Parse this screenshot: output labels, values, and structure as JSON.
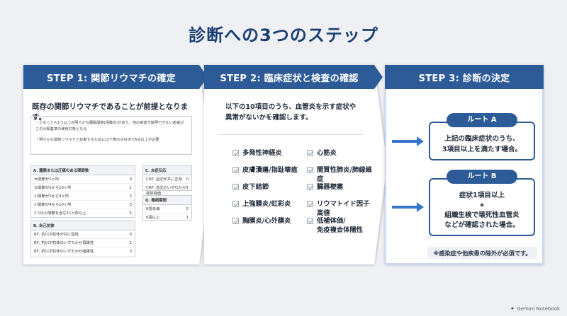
{
  "title": "診断への3つのステップ",
  "step1": {
    "header": "STEP 1: 関節リウマチの確定",
    "lead": "既存の関節リウマチであることが前提となります。",
    "notes": [
      "・少なくとも1つ以上の明らかな腫脹関節(滑膜炎)があり、他の疾患で説明できない患者が",
      "この分類基準の使用対象となる",
      "・明らかな関節リウマチと診断するためには下表の合計点で6点以上が必要"
    ],
    "table_a": {
      "title": "A. 腫脹または圧痛のある関節数",
      "rows": [
        {
          "label": "大関節が1ヶ所",
          "score": "0"
        },
        {
          "label": "大関節が2から10ヶ所",
          "score": "1"
        },
        {
          "label": "小関節が1から3ヶ所",
          "score": "2"
        },
        {
          "label": "小関節が4から10ヶ所",
          "score": "3"
        },
        {
          "label": "1つの小関節を含む11ヶ所以上",
          "score": "5"
        }
      ]
    },
    "table_b": {
      "title": "B. 自己抗体",
      "rows": [
        {
          "label": "RF, 抗CCP抗体が共に陰性",
          "score": "0"
        },
        {
          "label": "RF, 抗CCP抗体のいずれかが弱陽性",
          "score": "2"
        },
        {
          "label": "RF, 抗CCP抗体のいずれかが強陽性",
          "score": "3"
        }
      ]
    },
    "table_c": {
      "title": "C. 炎症反応",
      "rows": [
        {
          "label": "CRP, 血沈が共に正常",
          "score": "0"
        },
        {
          "label": "CRP, 血沈のいずれかが異常高値",
          "score": "1"
        }
      ]
    },
    "table_d": {
      "title": "D. 罹病期間",
      "rows": [
        {
          "label": "6週未満",
          "score": "0"
        },
        {
          "label": "6週以上",
          "score": "1"
        }
      ]
    }
  },
  "step2": {
    "header": "STEP 2: 臨床症状と検査の確認",
    "lead_line1": "以下の10項目のうち、血管炎を示す症状や",
    "lead_line2": "異常がないかを確認します。",
    "left_items": [
      "多発性神経炎",
      "皮膚潰瘍/指趾壊疽",
      "皮下結節",
      "上強膜炎/虹彩炎",
      "胸膜炎/心外膜炎"
    ],
    "right_items": [
      "心筋炎",
      "間質性肺炎/肺線維症",
      "臓器梗塞",
      "リウマトイド因子高値",
      "低補体価/",
      "免疫複合体陽性"
    ]
  },
  "step3": {
    "header": "STEP 3: 診断の決定",
    "route_a": {
      "label": "ルート A",
      "line1": "上記の臨床症状のうち、",
      "line2": "3項目以上を満たす場合。"
    },
    "route_b": {
      "label": "ルート B",
      "line1": "症状1項目以上",
      "line2": "+",
      "line3": "組織生検で壊死性血管炎",
      "line4": "などが確認された場合。"
    },
    "note": "※感染症や他疾患の除外が必須です。"
  },
  "brand": "Gemini Notebook"
}
